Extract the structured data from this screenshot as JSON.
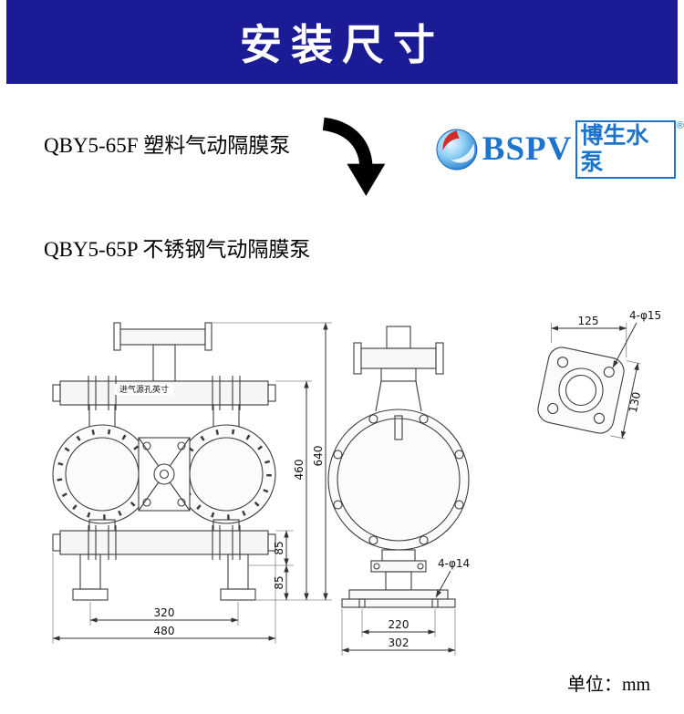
{
  "banner": {
    "title": "安装尺寸"
  },
  "products": {
    "plastic": "QBY5-65F 塑料气动隔膜泵",
    "steel": "QBY5-65P 不锈钢气动隔膜泵"
  },
  "logo": {
    "brand": "BSPV",
    "name": "博生水泵",
    "reg": "®"
  },
  "drawing": {
    "inlet_note": "进气源孔英寸",
    "front": {
      "dim_feet_span": "320",
      "dim_overall_width": "480",
      "dim_lower_a": "85",
      "dim_lower_b": "85",
      "dim_body_height": "460",
      "dim_overall_height": "640"
    },
    "side": {
      "dim_base_inner": "220",
      "dim_base_width": "302",
      "base_holes": "4-φ14"
    },
    "flange": {
      "dim_width": "125",
      "bolt_holes": "4-φ15",
      "dim_side": "130"
    }
  },
  "unit_label": "单位：mm"
}
